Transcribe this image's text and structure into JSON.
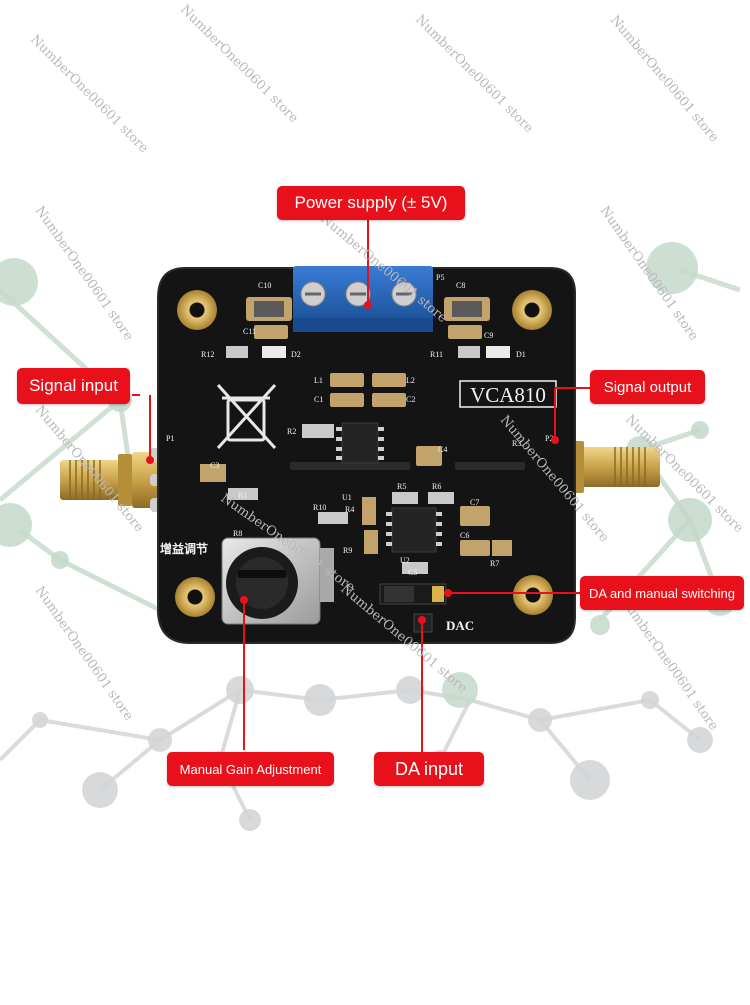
{
  "product": {
    "board_model": "VCA810",
    "jumper_label": "DAC",
    "gain_label_cn": "增益调节",
    "component_labels": [
      "C10",
      "C8",
      "C11",
      "C9",
      "R12",
      "D2",
      "R11",
      "D1",
      "L1",
      "L2",
      "C1",
      "C2",
      "R2",
      "C4",
      "P1",
      "P2",
      "P5",
      "C3",
      "R1",
      "R3",
      "R10",
      "R5",
      "R6",
      "C7",
      "C6",
      "U1",
      "U2",
      "R4",
      "R7",
      "R8",
      "C5",
      "R9"
    ]
  },
  "annotations": {
    "power_supply": "Power supply (± 5V)",
    "signal_input": "Signal input",
    "signal_output": "Signal output",
    "da_manual_switching": "DA and manual switching",
    "manual_gain": "Manual Gain Adjustment",
    "da_input": "DA input"
  },
  "watermark": "NumberOne00601 store",
  "colors": {
    "label_bg": "#e8101a",
    "label_text": "#ffffff",
    "pcb": "#141414",
    "silkscreen": "#f2f2f2",
    "gold": "#c9a24a",
    "terminal_blue": "#1f5fb5",
    "network_green": "#b9d7c2",
    "network_gray": "#cfd2d4"
  }
}
